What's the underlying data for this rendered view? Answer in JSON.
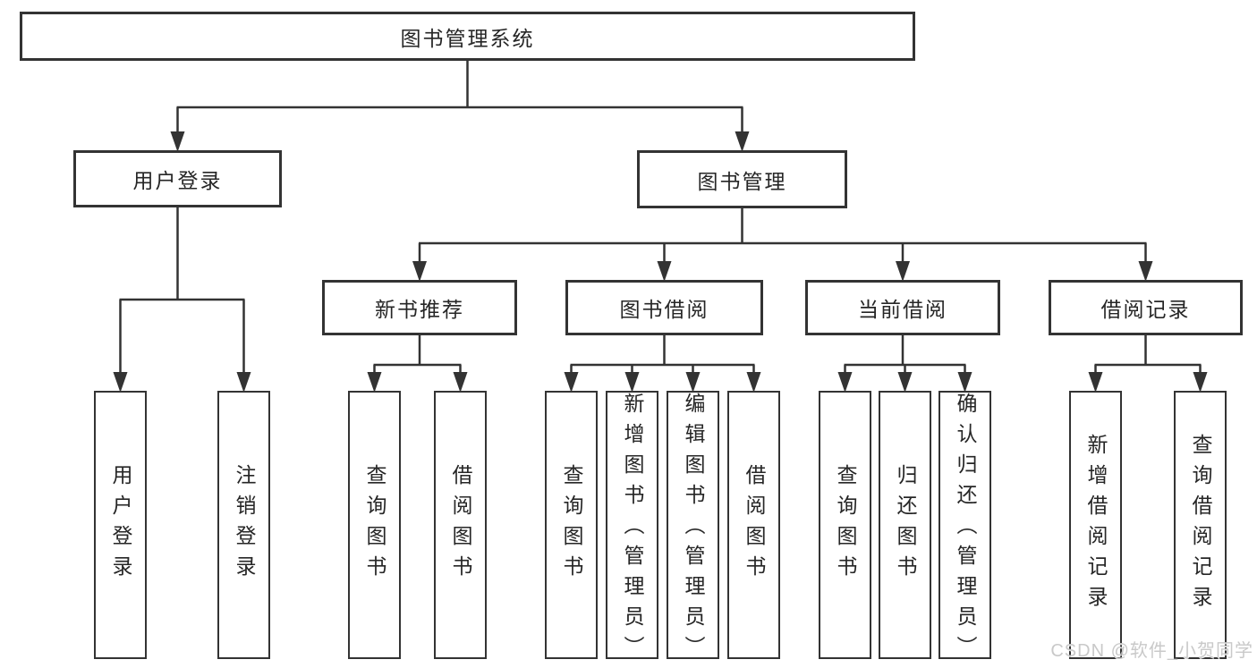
{
  "diagram": {
    "title": "图书管理系统",
    "nodes": [
      {
        "id": "root",
        "label": "图书管理系统",
        "parent": null,
        "level": 1
      },
      {
        "id": "user-login",
        "label": "用户登录",
        "parent": "root",
        "level": 2
      },
      {
        "id": "book-mgmt",
        "label": "图书管理",
        "parent": "root",
        "level": 2
      },
      {
        "id": "new-book-rec",
        "label": "新书推荐",
        "parent": "book-mgmt",
        "level": 3
      },
      {
        "id": "book-borrow",
        "label": "图书借阅",
        "parent": "book-mgmt",
        "level": 3
      },
      {
        "id": "current-borrow",
        "label": "当前借阅",
        "parent": "book-mgmt",
        "level": 3
      },
      {
        "id": "borrow-records",
        "label": "借阅记录",
        "parent": "book-mgmt",
        "level": 3
      },
      {
        "id": "user-login-action",
        "label": "用户登录",
        "parent": "user-login",
        "level": 4
      },
      {
        "id": "logout-action",
        "label": "注销登录",
        "parent": "user-login",
        "level": 4
      },
      {
        "id": "query-books-1",
        "label": "查询图书",
        "parent": "new-book-rec",
        "level": 4
      },
      {
        "id": "borrow-books-1",
        "label": "借阅图书",
        "parent": "new-book-rec",
        "level": 4
      },
      {
        "id": "query-books-2",
        "label": "查询图书",
        "parent": "book-borrow",
        "level": 4
      },
      {
        "id": "add-book-admin",
        "label": "新增图书（管理员）",
        "parent": "book-borrow",
        "level": 4
      },
      {
        "id": "edit-book-admin",
        "label": "编辑图书（管理员）",
        "parent": "book-borrow",
        "level": 4
      },
      {
        "id": "borrow-books-2",
        "label": "借阅图书",
        "parent": "book-borrow",
        "level": 4
      },
      {
        "id": "query-books-3",
        "label": "查询图书",
        "parent": "current-borrow",
        "level": 4
      },
      {
        "id": "return-book",
        "label": "归还图书",
        "parent": "current-borrow",
        "level": 4
      },
      {
        "id": "confirm-return-admin",
        "label": "确认归还（管理员）",
        "parent": "current-borrow",
        "level": 4
      },
      {
        "id": "add-borrow-record",
        "label": "新增借阅记录",
        "parent": "borrow-records",
        "level": 4
      },
      {
        "id": "query-borrow-record",
        "label": "查询借阅记录",
        "parent": "borrow-records",
        "level": 4
      }
    ]
  },
  "watermark": {
    "text": "CSDN @软件_小贺同学"
  },
  "colors": {
    "line": "#333333",
    "box_border": "#333333",
    "text": "#262626",
    "watermark": "#c9c9c9",
    "background": "#ffffff"
  }
}
